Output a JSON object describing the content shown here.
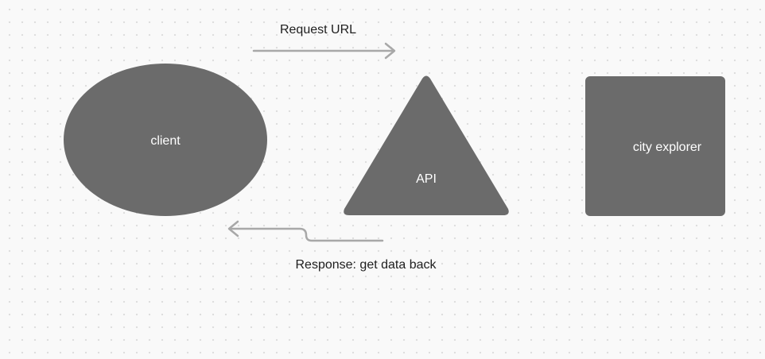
{
  "diagram": {
    "nodes": [
      {
        "id": "client",
        "shape": "ellipse",
        "label": "client"
      },
      {
        "id": "api",
        "shape": "triangle",
        "label": "API"
      },
      {
        "id": "city_explorer",
        "shape": "rounded-rectangle",
        "label": "city explorer"
      }
    ],
    "edges": [
      {
        "id": "request",
        "from": "client",
        "to": "api",
        "label": "Request URL"
      },
      {
        "id": "response",
        "from": "api",
        "to": "client",
        "label": "Response: get data back"
      }
    ]
  },
  "colors": {
    "shape_fill": "#6b6b6b",
    "shape_text": "#ffffff",
    "arrow": "#a8a8a8",
    "label_text": "#1e1e1e",
    "canvas_background": "#f9f9f9",
    "grid_dot": "#dcdcdc"
  }
}
